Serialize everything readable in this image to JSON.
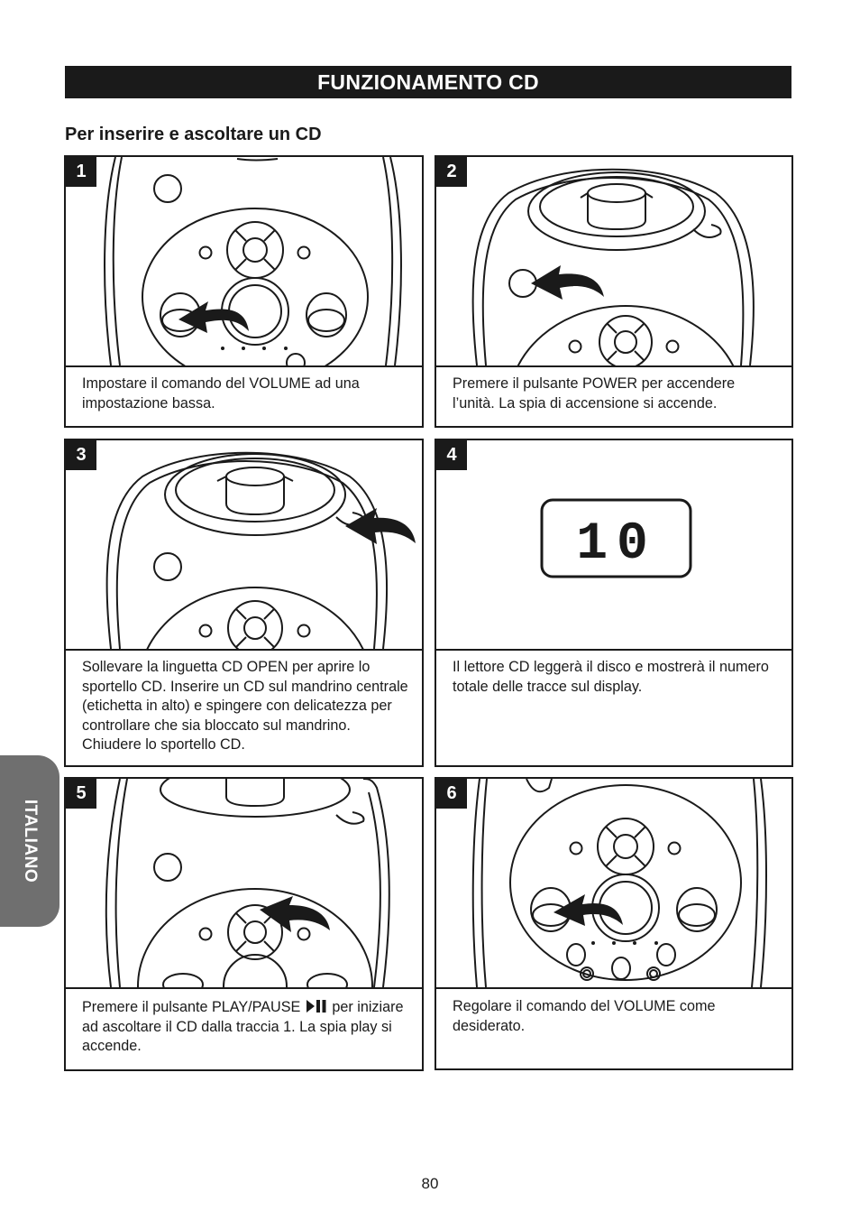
{
  "header": {
    "title": "FUNZIONAMENTO CD"
  },
  "subtitle": "Per inserire e ascoltare un CD",
  "side_tab": {
    "label": "ITALIANO"
  },
  "steps": [
    {
      "number": "1",
      "caption": "Impostare il comando del VOLUME ad una impostazione bassa."
    },
    {
      "number": "2",
      "caption": "Premere il pulsante POWER per accendere l’unità. La spia di accensione si accende."
    },
    {
      "number": "3",
      "caption": "Sollevare la linguetta CD OPEN per aprire lo sportello CD. Inserire un CD sul mandrino centrale (etichetta in alto) e spingere con delicatezza per controllare che sia bloccato sul mandrino. Chiudere lo sportello CD."
    },
    {
      "number": "4",
      "caption": "Il lettore CD leggerà il disco e mostrerà il numero totale delle tracce sul display.",
      "display_value": "10"
    },
    {
      "number": "5",
      "caption_before": "Premere il pulsante PLAY/PAUSE",
      "caption_after": "per iniziare ad ascoltare il CD dalla traccia 1. La spia play si accende.",
      "icon": "play-pause-icon"
    },
    {
      "number": "6",
      "caption": "Regolare il comando del VOLUME come desiderato."
    }
  ],
  "footer": {
    "page_number": "80"
  }
}
